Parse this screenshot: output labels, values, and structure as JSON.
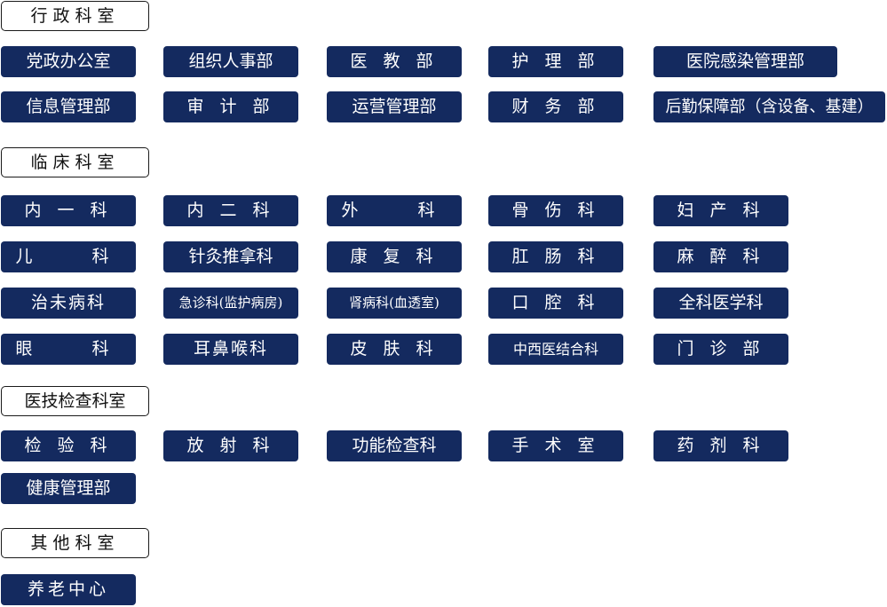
{
  "theme": {
    "button_bg": "#142a5f",
    "button_text": "#ffffff",
    "header_border": "#1a1a1a"
  },
  "sections": [
    {
      "title": "行政科室",
      "items": [
        "党政办公室",
        "组织人事部",
        "医 教 部",
        "护 理 部",
        "医院感染管理部",
        "信息管理部",
        "审 计 部",
        "运营管理部",
        "财 务 部",
        "后勤保障部（含设备、基建）"
      ]
    },
    {
      "title": "临床科室",
      "items": [
        "内 一 科",
        "内 二 科",
        "外　 科",
        "骨 伤 科",
        "妇 产 科",
        "儿　 科",
        "针灸推拿科",
        "康 复 科",
        "肛 肠 科",
        "麻 醉 科",
        "治未病科",
        "急诊科(监护病房)",
        "肾病科(血透室)",
        "口 腔 科",
        "全科医学科",
        "眼　 科",
        "耳鼻喉科",
        "皮 肤 科",
        "中西医结合科",
        "门 诊 部"
      ]
    },
    {
      "title": "医技检查科室",
      "items": [
        "检 验 科",
        "放 射 科",
        "功能检查科",
        "手 术 室",
        "药 剂 科",
        "健康管理部"
      ]
    },
    {
      "title": "其他科室",
      "items": [
        "养老中心"
      ]
    }
  ]
}
